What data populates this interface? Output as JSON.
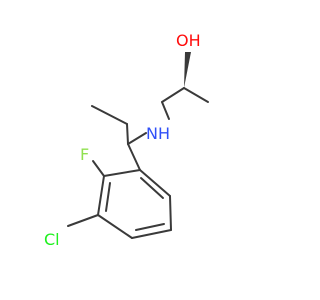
{
  "molecule": {
    "atoms": {
      "hydroxyl": "OH",
      "amine": "N",
      "amine_h": "H",
      "fluorine": "F",
      "chlorine": "Cl"
    },
    "colors": {
      "bond": "#3a3a3a",
      "oxygen": "#ff0d0d",
      "nitrogen": "#3050f8",
      "fluorine": "#90e050",
      "chlorine": "#1ff01f"
    }
  }
}
